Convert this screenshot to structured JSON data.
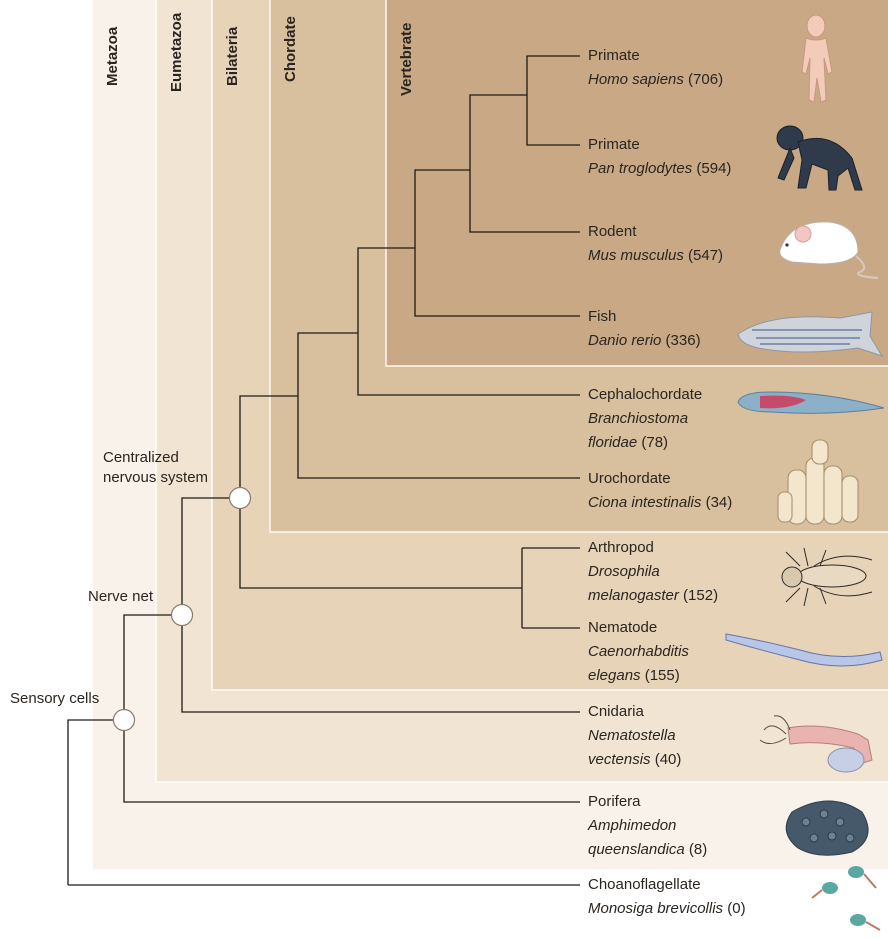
{
  "clades": {
    "metazoa": "Metazoa",
    "eumetazoa": "Eumetazoa",
    "bilateria": "Bilateria",
    "chordate": "Chordate",
    "vertebrate": "Vertebrate"
  },
  "nodes": {
    "sensory": "Sensory cells",
    "nerve_net": "Nerve net",
    "cns_line1": "Centralized",
    "cns_line2": "nervous system"
  },
  "taxa": {
    "homo": {
      "group": "Primate",
      "species": "Homo sapiens",
      "count": " (706)"
    },
    "pan": {
      "group": "Primate",
      "species": "Pan troglodytes",
      "count": " (594)"
    },
    "mus": {
      "group": "Rodent",
      "species": "Mus musculus",
      "count": " (547)"
    },
    "danio": {
      "group": "Fish",
      "species": "Danio rerio",
      "count": " (336)"
    },
    "branch": {
      "group": "Cephalochordate",
      "species1": "Branchiostoma",
      "species2": "floridae",
      "count": " (78)"
    },
    "ciona": {
      "group": "Urochordate",
      "species": "Ciona intestinalis",
      "count": " (34)"
    },
    "dros": {
      "group": "Arthropod",
      "species1": "Drosophila",
      "species2": "melanogaster",
      "count": " (152)"
    },
    "cel": {
      "group": "Nematode",
      "species1": "Caenorhabditis",
      "species2": "elegans",
      "count": " (155)"
    },
    "nema": {
      "group": "Cnidaria",
      "species1": "Nematostella",
      "species2": "vectensis",
      "count": " (40)"
    },
    "amph": {
      "group": "Porifera",
      "species1": "Amphimedon",
      "species2": "queenslandica",
      "count": " (8)"
    },
    "mono": {
      "group": "Choanoflagellate",
      "species": "Monosiga brevicollis",
      "count": " (0)"
    }
  },
  "icons": [
    "human-icon",
    "chimpanzee-icon",
    "mouse-icon",
    "zebrafish-icon",
    "lancelet-icon",
    "sea-squirt-icon",
    "fruit-fly-icon",
    "nematode-worm-icon",
    "sea-anemone-icon",
    "sponge-icon",
    "choanoflagellate-icon"
  ],
  "colors": {
    "band1": "#f9f2ea",
    "band2": "#f1e4d2",
    "band3": "#e9d5bb",
    "band4": "#dcc3a2",
    "band5": "#cfb08a",
    "band6": "#c1a079",
    "line": "#1e1a16"
  }
}
